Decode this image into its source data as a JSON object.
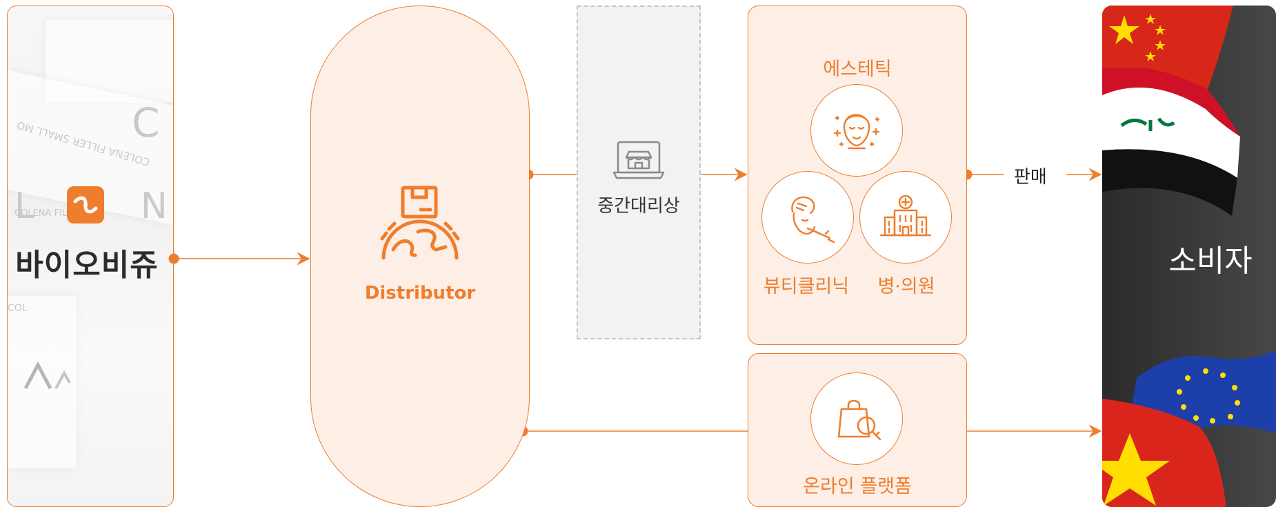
{
  "company": {
    "name": "바이오비쥬",
    "background_text": [
      "COLENA FILLER SMALL MO",
      "C",
      "L E N A",
      "COLENA FIL",
      "COL"
    ]
  },
  "distributor": {
    "label": "Distributor"
  },
  "intermediary": {
    "label": "중간대리상"
  },
  "offline_channels": {
    "title": "에스테틱",
    "items": [
      {
        "label": "뷰티클리닉",
        "icon": "beauty-clinic-icon"
      },
      {
        "label": "병·의원",
        "icon": "hospital-icon"
      }
    ],
    "title_icon": "aesthetic-face-icon"
  },
  "online_channel": {
    "label": "온라인 플랫폼",
    "icon": "shopping-bag-search-icon"
  },
  "sales": {
    "label": "판매"
  },
  "consumer": {
    "label": "소비자"
  },
  "colors": {
    "accent": "#ef7d2b",
    "accent_fill": "#fdeee6",
    "intermediary_fill": "#f2f2f2",
    "consumer_dark": "#3a3a3a"
  }
}
